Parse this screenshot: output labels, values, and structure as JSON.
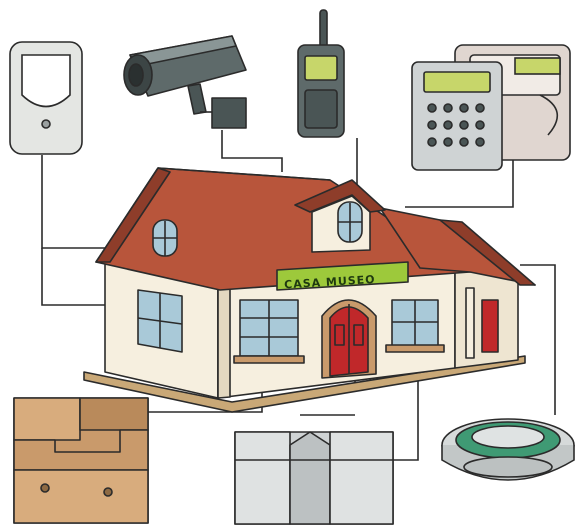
{
  "house": {
    "sign_text": "CASA MUSEO"
  },
  "devices": [
    {
      "id": "motion-sensor",
      "icon": "motion-sensor-icon"
    },
    {
      "id": "security-camera",
      "icon": "security-camera-icon"
    },
    {
      "id": "handheld-radio",
      "icon": "walkie-talkie-icon"
    },
    {
      "id": "alarm-keypad",
      "icon": "keypad-icon"
    },
    {
      "id": "door-contact",
      "icon": "door-contact-icon"
    },
    {
      "id": "window-sensor",
      "icon": "window-sensor-icon"
    },
    {
      "id": "smoke-detector",
      "icon": "smoke-detector-icon"
    }
  ],
  "colors": {
    "roof": "#b8553b",
    "roof_dark": "#8e3d2a",
    "wall": "#f6efdf",
    "wall_shade": "#e3d8c0",
    "door": "#c0282a",
    "window_glass": "#a9c9d8",
    "sign": "#9dc93b",
    "camera_body": "#5e6a6a",
    "wire": "#2b2b2b",
    "wood": "#c99a6b",
    "device_gray": "#cfd3d4"
  }
}
